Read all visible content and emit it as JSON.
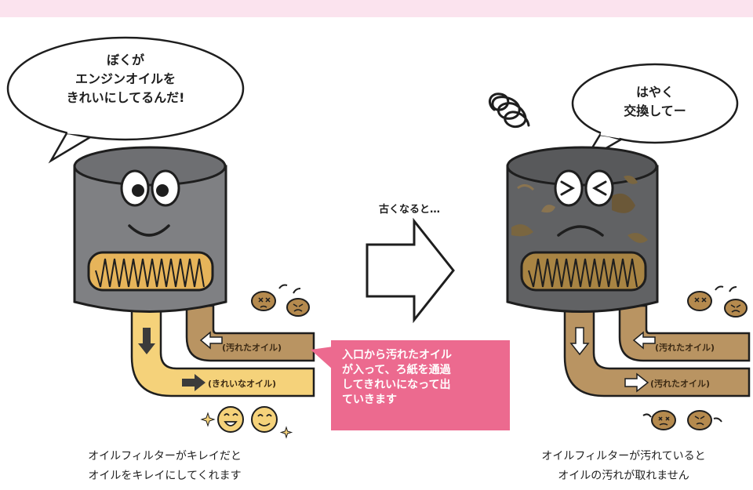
{
  "left_panel": {
    "speech": [
      "ぼくが",
      "エンジンオイルを",
      "きれいにしてるんだ!"
    ],
    "inlet_label": "(汚れたオイル)",
    "outlet_label": "(きれいなオイル)",
    "caption": [
      "オイルフィルターがキレイだと",
      "オイルをキレイにしてくれます"
    ]
  },
  "middle": {
    "transition_text": "古くなると…"
  },
  "callout": {
    "lines": [
      "入口から汚れたオイル",
      "が入って、ろ紙を通過",
      "してきれいになって出",
      "ていきます"
    ],
    "color": "#ec6a8f"
  },
  "right_panel": {
    "speech": [
      "はやく",
      "交換してー"
    ],
    "inlet_label": "(汚れたオイル)",
    "outlet_label": "(汚れたオイル)",
    "caption": [
      "オイルフィルターが汚れていると",
      "オイルの汚れが取れません"
    ]
  },
  "colors": {
    "clean_oil": "#f5d27a",
    "dirty_oil": "#b99462",
    "filter_body": "#7f8083",
    "teeth": "#e6b45a"
  }
}
